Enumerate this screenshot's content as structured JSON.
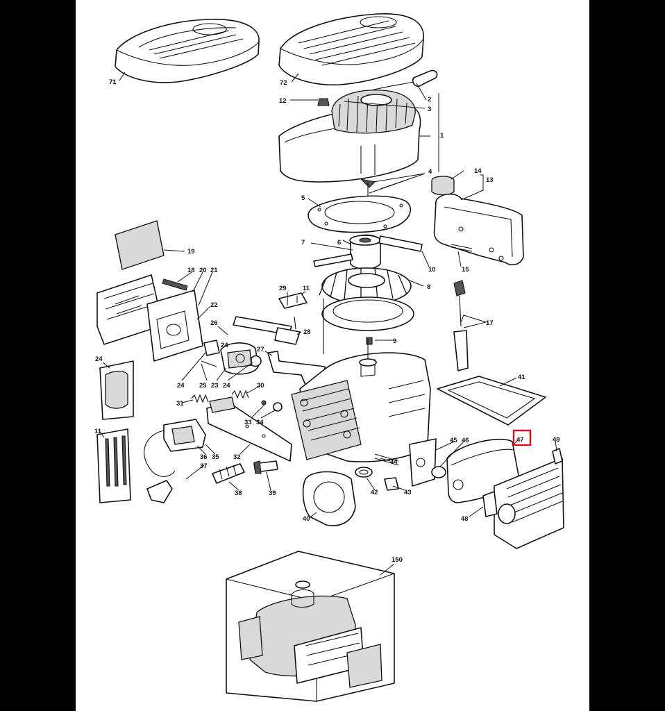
{
  "diagram": {
    "highlight_color": "#e0101a",
    "background_color": "#ffffff",
    "frame_color": "#000000",
    "highlighted_label": "47",
    "labels": {
      "l71": "71",
      "l72": "72",
      "l12": "12",
      "l2": "2",
      "l3": "3",
      "l1": "1",
      "l4": "4",
      "l14": "14",
      "l13": "13",
      "l5": "5",
      "l6": "6",
      "l7": "7",
      "l10": "10",
      "l19": "19",
      "l15": "15",
      "l18": "18",
      "l20": "20",
      "l21": "21",
      "l8": "8",
      "l29": "29",
      "l11a": "11",
      "l22": "22",
      "l26": "26",
      "l28": "28",
      "l17": "17",
      "l9": "9",
      "l27": "27",
      "l24a": "24",
      "l24b": "24",
      "l25": "25",
      "l23": "23",
      "l24c": "24",
      "l41": "41",
      "l30": "30",
      "l31": "31",
      "l33": "33",
      "l34": "34",
      "l11b": "11",
      "l47": "47",
      "l49": "49",
      "l45": "45",
      "l46": "46",
      "l36": "36",
      "l35": "35",
      "l37": "37",
      "l32": "32",
      "l44": "44",
      "l38": "38",
      "l39": "39",
      "l42": "42",
      "l43": "43",
      "l48": "48",
      "l40": "40",
      "l150": "150"
    }
  }
}
